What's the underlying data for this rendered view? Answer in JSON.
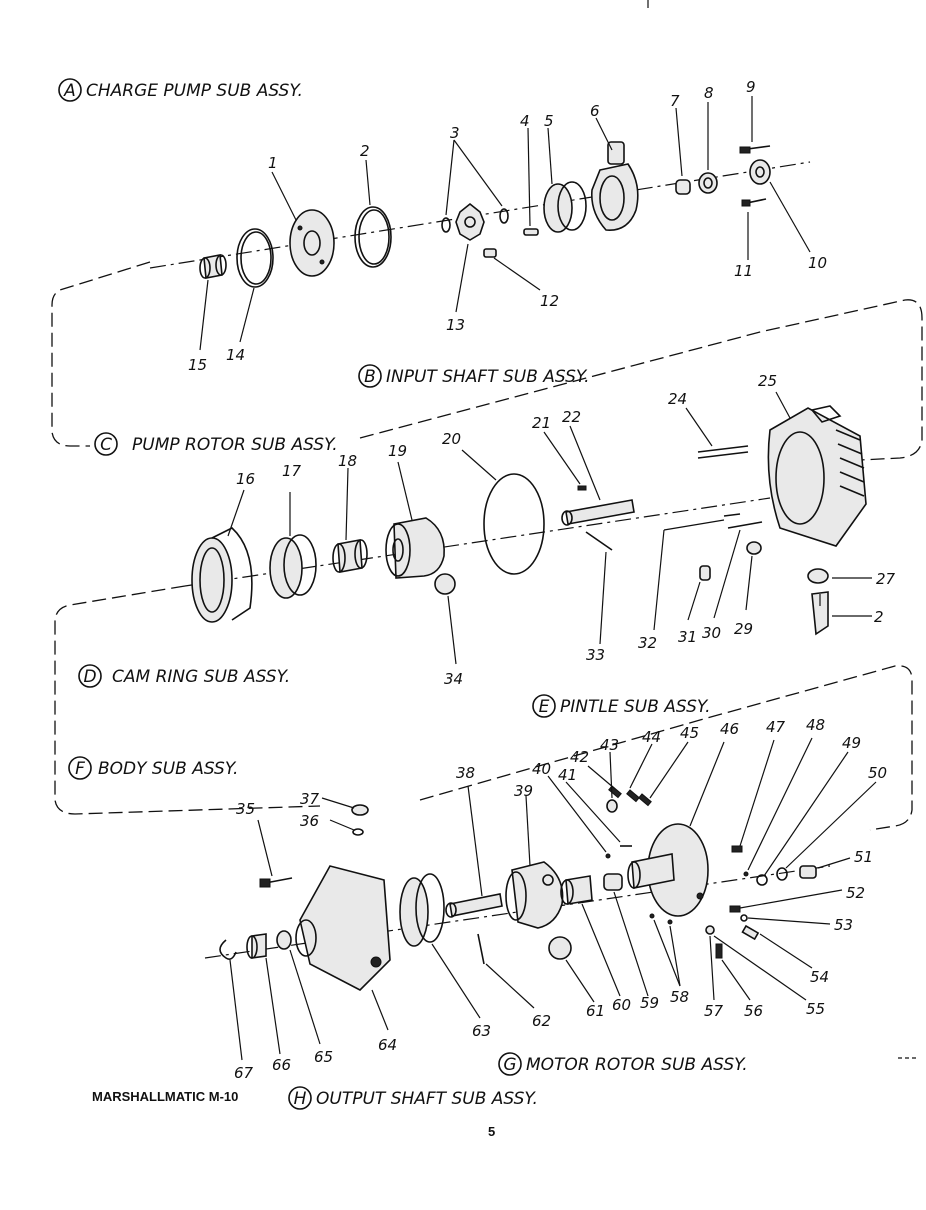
{
  "sub_assemblies": [
    {
      "letter": "A",
      "label": "CHARGE PUMP SUB ASSY."
    },
    {
      "letter": "B",
      "label": "INPUT SHAFT SUB ASSY."
    },
    {
      "letter": "C",
      "label": "PUMP ROTOR SUB ASSY."
    },
    {
      "letter": "D",
      "label": "CAM RING SUB ASSY."
    },
    {
      "letter": "E",
      "label": "PINTLE SUB ASSY."
    },
    {
      "letter": "F",
      "label": "BODY SUB ASSY."
    },
    {
      "letter": "G",
      "label": "MOTOR ROTOR SUB ASSY."
    },
    {
      "letter": "H",
      "label": "OUTPUT SHAFT SUB ASSY."
    }
  ],
  "part_numbers": [
    "1",
    "2",
    "3",
    "4",
    "5",
    "6",
    "7",
    "8",
    "9",
    "10",
    "11",
    "12",
    "13",
    "14",
    "15",
    "16",
    "17",
    "18",
    "19",
    "20",
    "21",
    "22",
    "24",
    "25",
    "27",
    "2",
    "29",
    "30",
    "31",
    "32",
    "33",
    "34",
    "35",
    "36",
    "37",
    "38",
    "39",
    "40",
    "41",
    "42",
    "43",
    "44",
    "45",
    "46",
    "47",
    "48",
    "49",
    "50",
    "51",
    "52",
    "53",
    "54",
    "55",
    "56",
    "57",
    "58",
    "59",
    "60",
    "61",
    "62",
    "63",
    "64",
    "65",
    "66",
    "67"
  ],
  "footer": {
    "model": "MARSHALLMATIC M-10",
    "page": "5"
  }
}
